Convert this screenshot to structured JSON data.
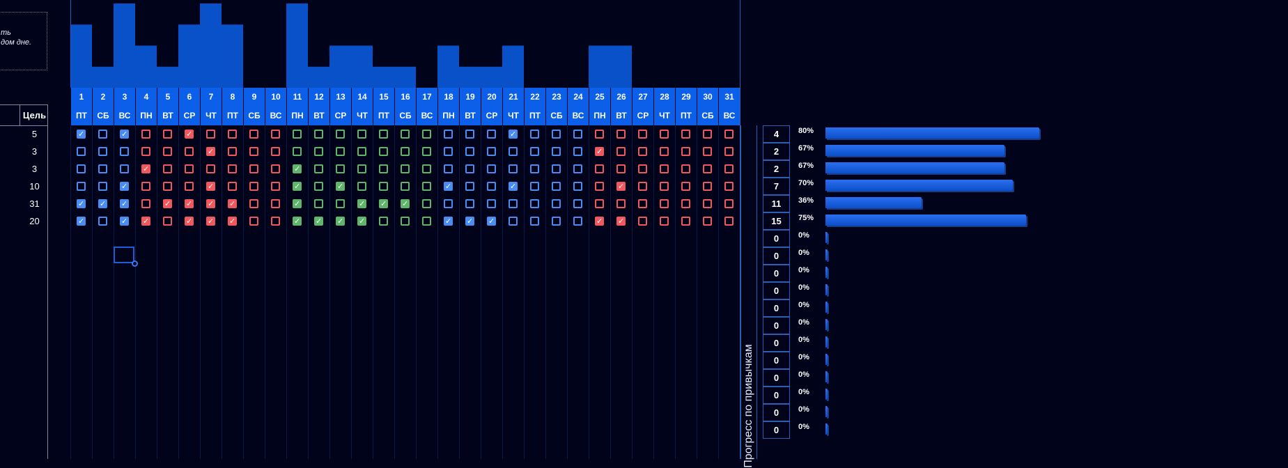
{
  "note": {
    "line1": "ть",
    "line2": "дом дне."
  },
  "goal_header": "Цель",
  "goals": [
    5,
    3,
    3,
    10,
    31,
    20
  ],
  "days": [
    {
      "num": "1",
      "dw": "ПТ"
    },
    {
      "num": "2",
      "dw": "СБ"
    },
    {
      "num": "3",
      "dw": "ВС"
    },
    {
      "num": "4",
      "dw": "ПН"
    },
    {
      "num": "5",
      "dw": "ВТ"
    },
    {
      "num": "6",
      "dw": "СР"
    },
    {
      "num": "7",
      "dw": "ЧТ"
    },
    {
      "num": "8",
      "dw": "ПТ"
    },
    {
      "num": "9",
      "dw": "СБ"
    },
    {
      "num": "10",
      "dw": "ВС"
    },
    {
      "num": "11",
      "dw": "ПН"
    },
    {
      "num": "12",
      "dw": "ВТ"
    },
    {
      "num": "13",
      "dw": "СР"
    },
    {
      "num": "14",
      "dw": "ЧТ"
    },
    {
      "num": "15",
      "dw": "ПТ"
    },
    {
      "num": "16",
      "dw": "СБ"
    },
    {
      "num": "17",
      "dw": "ВС"
    },
    {
      "num": "18",
      "dw": "ПН"
    },
    {
      "num": "19",
      "dw": "ВТ"
    },
    {
      "num": "20",
      "dw": "СР"
    },
    {
      "num": "21",
      "dw": "ЧТ"
    },
    {
      "num": "22",
      "dw": "ПТ"
    },
    {
      "num": "23",
      "dw": "СБ"
    },
    {
      "num": "24",
      "dw": "ВС"
    },
    {
      "num": "25",
      "dw": "ПН"
    },
    {
      "num": "26",
      "dw": "ВТ"
    },
    {
      "num": "27",
      "dw": "СР"
    },
    {
      "num": "28",
      "dw": "ЧТ"
    },
    {
      "num": "29",
      "dw": "ПТ"
    },
    {
      "num": "30",
      "dw": "СБ"
    },
    {
      "num": "31",
      "dw": "ВС"
    }
  ],
  "colors": {
    "blue": "#4a8cf0",
    "red": "#f0575f",
    "green": "#5fb56a",
    "bar": "#0b5fe8",
    "header": "#0b5fe8"
  },
  "week_color_groups": [
    "blue",
    "blue",
    "blue",
    "red",
    "red",
    "red",
    "red",
    "red",
    "red",
    "red",
    "green",
    "green",
    "green",
    "green",
    "green",
    "green",
    "green",
    "blue",
    "blue",
    "blue",
    "blue",
    "blue",
    "blue",
    "blue",
    "red",
    "red",
    "red",
    "red",
    "red",
    "red",
    "red"
  ],
  "checks": [
    [
      1,
      0,
      1,
      0,
      0,
      1,
      0,
      0,
      0,
      0,
      0,
      0,
      0,
      0,
      0,
      0,
      0,
      0,
      0,
      0,
      1,
      0,
      0,
      0,
      0,
      0,
      0,
      0,
      0,
      0,
      0
    ],
    [
      0,
      0,
      0,
      0,
      0,
      0,
      1,
      0,
      0,
      0,
      0,
      0,
      0,
      0,
      0,
      0,
      0,
      0,
      0,
      0,
      0,
      0,
      0,
      0,
      1,
      0,
      0,
      0,
      0,
      0,
      0
    ],
    [
      0,
      0,
      0,
      1,
      0,
      0,
      0,
      0,
      0,
      0,
      1,
      0,
      0,
      0,
      0,
      0,
      0,
      0,
      0,
      0,
      0,
      0,
      0,
      0,
      0,
      0,
      0,
      0,
      0,
      0,
      0
    ],
    [
      0,
      0,
      1,
      0,
      0,
      0,
      1,
      0,
      0,
      0,
      1,
      0,
      1,
      0,
      0,
      0,
      0,
      1,
      0,
      0,
      1,
      0,
      0,
      0,
      0,
      1,
      0,
      0,
      0,
      0,
      0
    ],
    [
      1,
      1,
      1,
      0,
      1,
      1,
      1,
      1,
      0,
      0,
      1,
      0,
      0,
      1,
      1,
      1,
      0,
      0,
      0,
      0,
      0,
      0,
      0,
      0,
      0,
      0,
      0,
      0,
      0,
      0,
      0
    ],
    [
      1,
      0,
      1,
      1,
      0,
      1,
      1,
      1,
      0,
      0,
      1,
      1,
      1,
      1,
      0,
      0,
      0,
      1,
      1,
      1,
      0,
      0,
      0,
      0,
      1,
      1,
      0,
      0,
      0,
      0,
      0
    ]
  ],
  "daily_completion": [
    3,
    1,
    4,
    2,
    1,
    3,
    4,
    3,
    0,
    0,
    4,
    1,
    2,
    2,
    1,
    1,
    0,
    2,
    1,
    1,
    2,
    0,
    0,
    0,
    2,
    2,
    0,
    0,
    0,
    0,
    0
  ],
  "daily_max": 4,
  "progress_title": "Прогресс по привычкам",
  "habit_counts": [
    "4",
    "2",
    "2",
    "7",
    "11",
    "15",
    "0",
    "0",
    "0",
    "0",
    "0",
    "0",
    "0",
    "0",
    "0",
    "0",
    "0",
    "0"
  ],
  "habit_percents": [
    {
      "label": "80%",
      "value": 80
    },
    {
      "label": "67%",
      "value": 67
    },
    {
      "label": "67%",
      "value": 67
    },
    {
      "label": "70%",
      "value": 70
    },
    {
      "label": "36%",
      "value": 36
    },
    {
      "label": "75%",
      "value": 75
    },
    {
      "label": "0%",
      "value": 0
    },
    {
      "label": "0%",
      "value": 0
    },
    {
      "label": "0%",
      "value": 0
    },
    {
      "label": "0%",
      "value": 0
    },
    {
      "label": "0%",
      "value": 0
    },
    {
      "label": "0%",
      "value": 0
    },
    {
      "label": "0%",
      "value": 0
    },
    {
      "label": "0%",
      "value": 0
    },
    {
      "label": "0%",
      "value": 0
    },
    {
      "label": "0%",
      "value": 0
    },
    {
      "label": "0%",
      "value": 0
    },
    {
      "label": "0%",
      "value": 0
    }
  ]
}
